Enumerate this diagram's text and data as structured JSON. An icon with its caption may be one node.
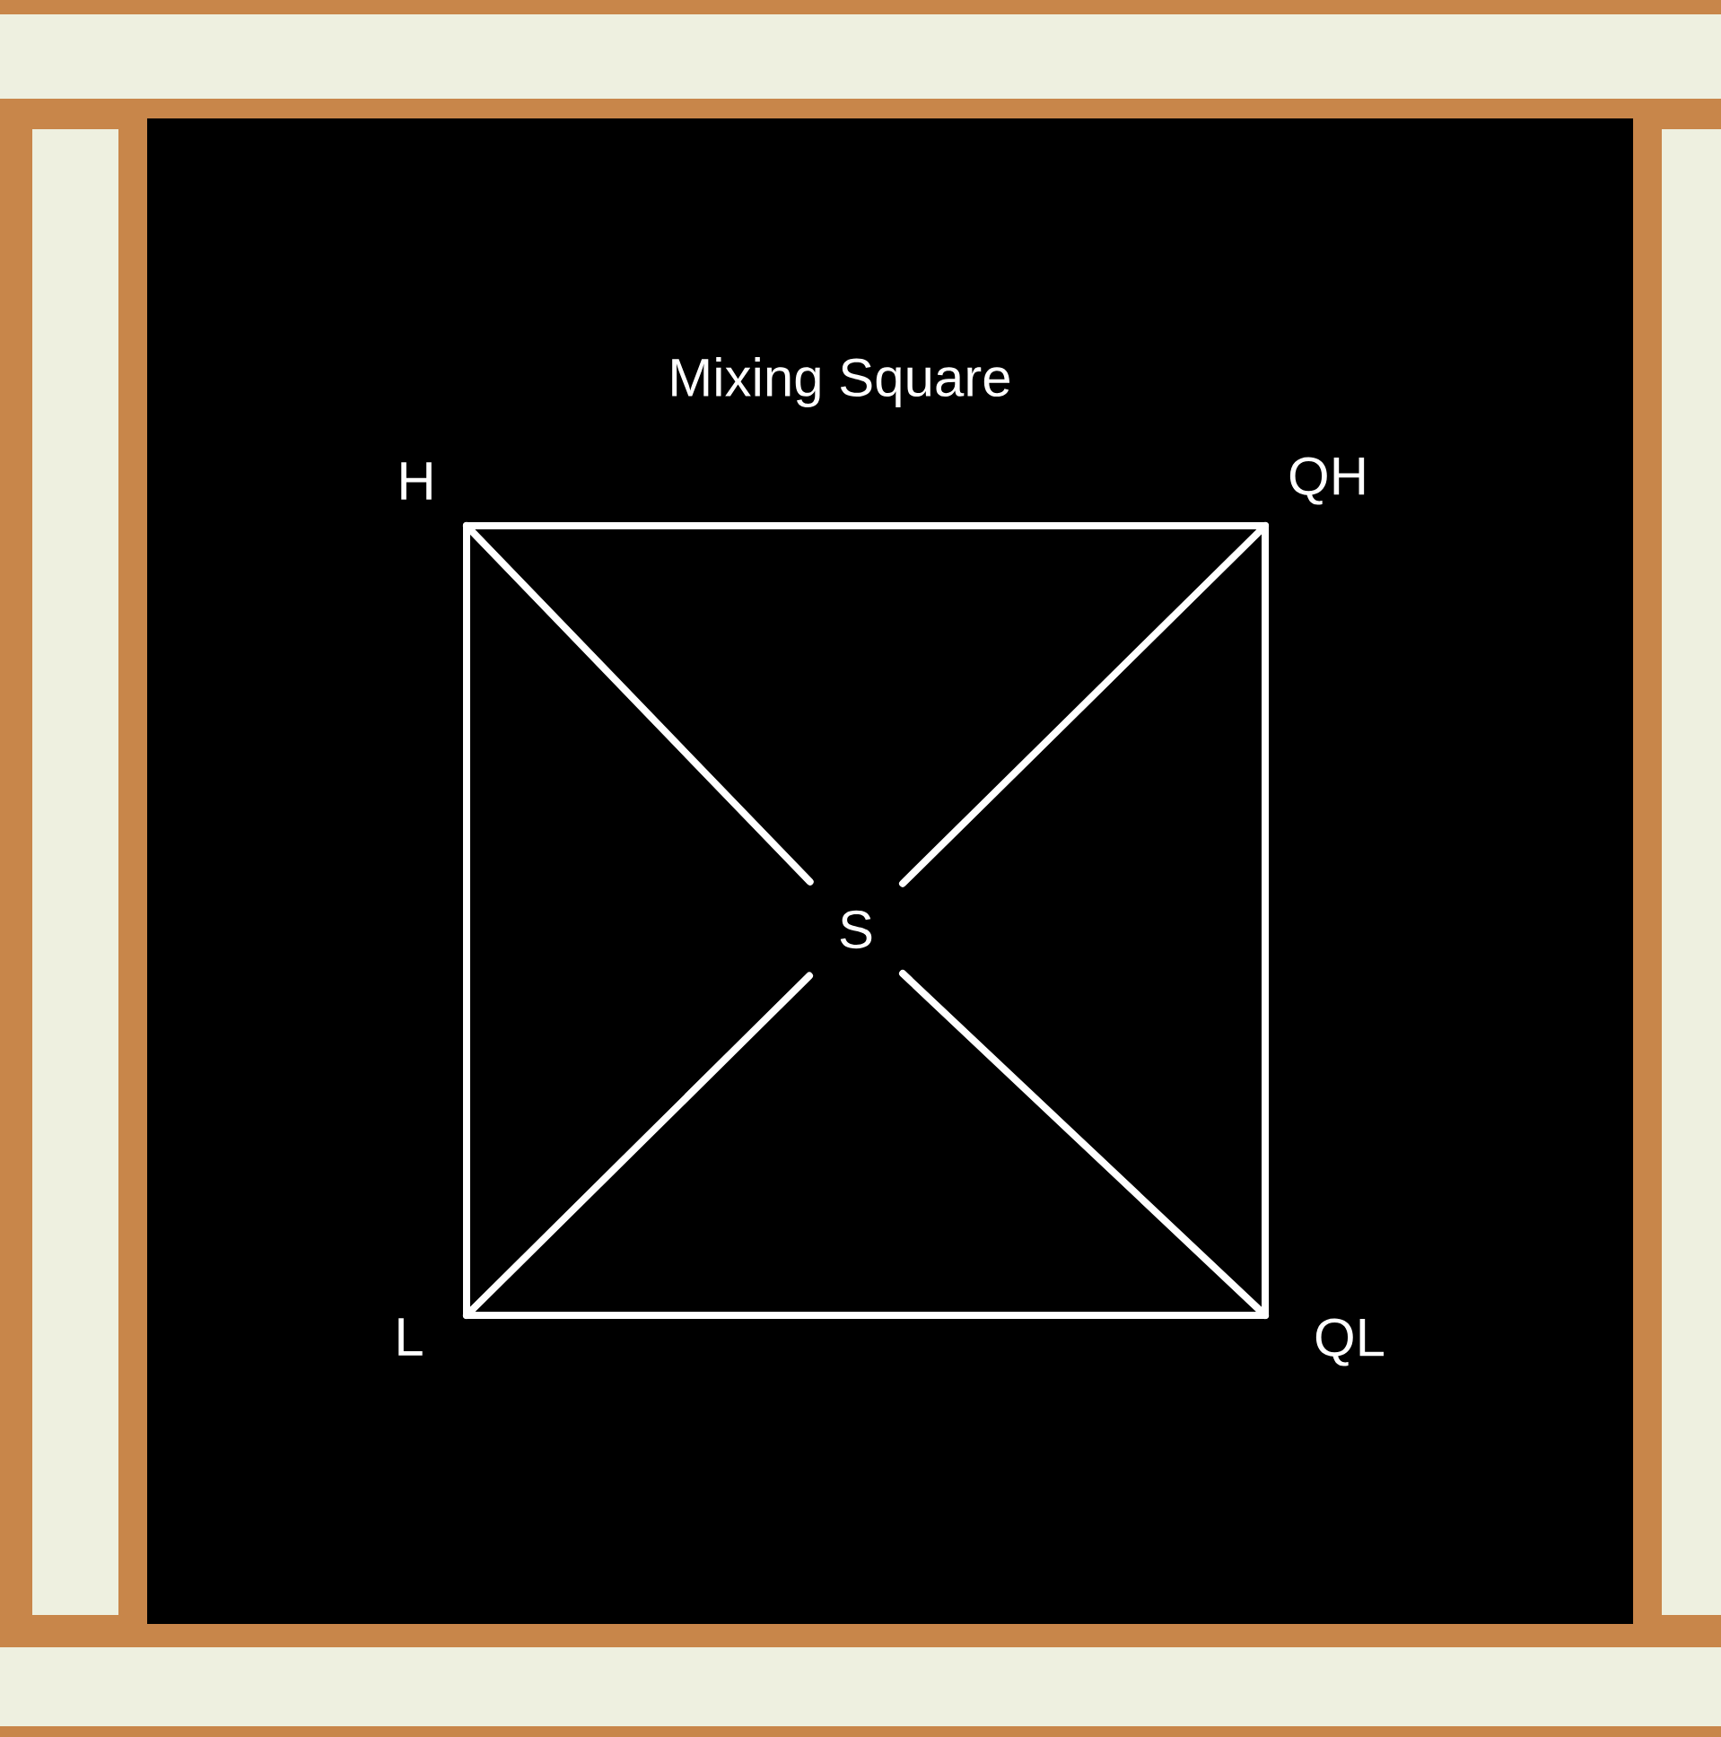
{
  "diagram": {
    "title": "Mixing Square",
    "nodes": [
      {
        "text": [
          "H"
        ]
      },
      {
        "text": [
          "QH"
        ]
      },
      {
        "text": [
          "S"
        ]
      },
      {
        "text": [
          "L"
        ]
      },
      {
        "text": [
          "QL"
        ]
      }
    ],
    "edges": [
      {
        "from": 0,
        "to": 1,
        "arrow": "none"
      },
      {
        "from": 1,
        "to": 4,
        "arrow": "none"
      },
      {
        "from": 4,
        "to": 3,
        "arrow": "none"
      },
      {
        "from": 3,
        "to": 0,
        "arrow": "none"
      },
      {
        "from": 0,
        "to": 2,
        "arrow": "none"
      },
      {
        "from": 1,
        "to": 2,
        "arrow": "none"
      },
      {
        "from": 3,
        "to": 2,
        "arrow": "none"
      },
      {
        "from": 4,
        "to": 2,
        "arrow": "none"
      }
    ]
  }
}
